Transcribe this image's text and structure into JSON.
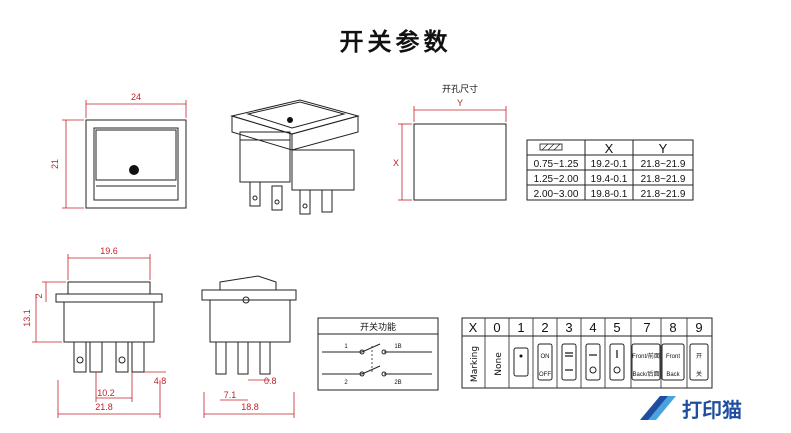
{
  "title": "开关参数",
  "front_view": {
    "width": "24",
    "height": "21"
  },
  "hole": {
    "label": "开孔尺寸",
    "x": "X",
    "y": "Y"
  },
  "hole_table": {
    "headers": [
      "",
      "X",
      "Y"
    ],
    "rows": [
      [
        "0.75~1.25",
        "19.2-0.1",
        "21.8~21.9"
      ],
      [
        "1.25~2.00",
        "19.4-0.1",
        "21.8~21.9"
      ],
      [
        "2.00~3.00",
        "19.8-0.1",
        "21.8~21.9"
      ]
    ]
  },
  "side_view": {
    "top": "19.6",
    "h1": "2",
    "h2": "13.1",
    "pin_gap": "10.2",
    "pin_len": "4.8",
    "base": "21.8"
  },
  "end_view": {
    "a": "0.8",
    "b": "7.1",
    "c": "18.8"
  },
  "function": {
    "title": "开关功能",
    "p1": "1",
    "p1b": "1B",
    "p2": "2",
    "p2b": "2B"
  },
  "marking": {
    "header": [
      "X",
      "0",
      "1",
      "2",
      "3",
      "4",
      "5",
      "7",
      "8",
      "9"
    ],
    "row_label": "Marking",
    "none": "None",
    "on": "ON",
    "off": "OFF",
    "front": "Front",
    "back": "Back",
    "front_cn": "Front/前面",
    "back_cn": "Back/后面",
    "kai": "开",
    "guan": "关"
  },
  "logo": "打印猫"
}
